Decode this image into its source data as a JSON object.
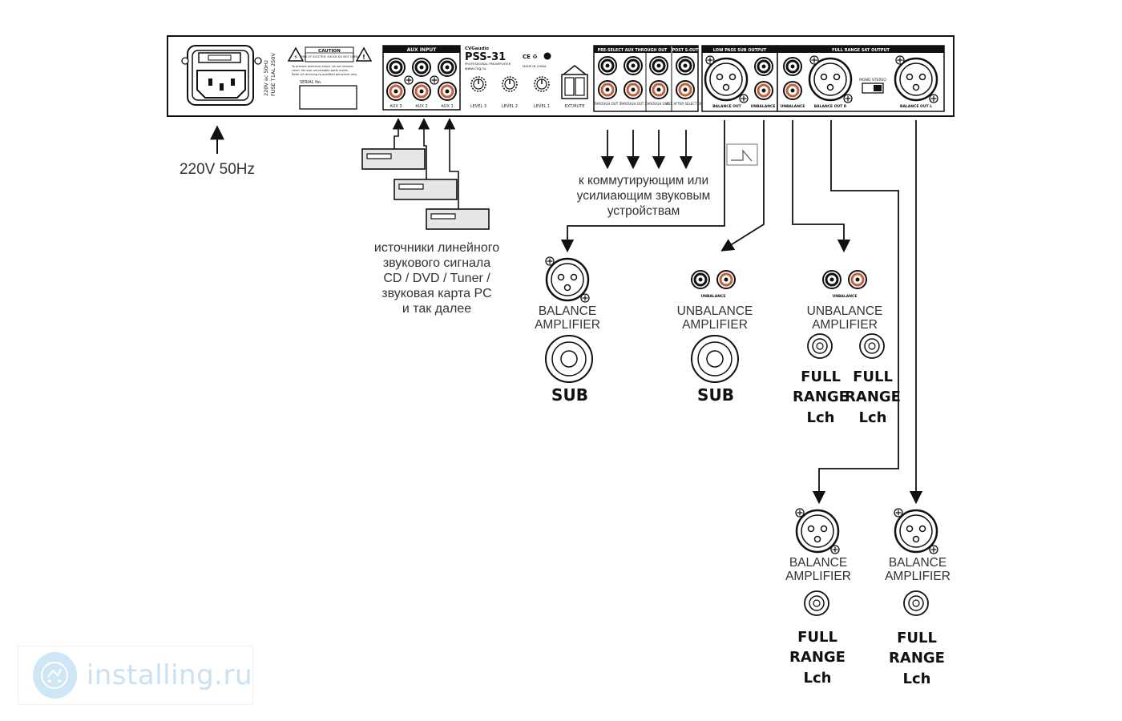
{
  "panel": {
    "model": "PSS-31",
    "brand": "CVGaudio",
    "subtitle": "PROFESSIONAL PREAMPLIFIER",
    "website": "www.cvg.ru",
    "caution_title": "CAUTION",
    "caution_sub": "RISK OF ELECTRIC SHOCK DO NOT OPEN",
    "caution_text_1": "To prevent electrical shock, do not remove",
    "caution_text_2": "cover. No user serviceable parts inside.",
    "caution_text_3": "Refer all servicing to qualified personnel only.",
    "serial_label": "SERIAL No.",
    "fuse_label_1": "220V ac 50Hz",
    "fuse_label_2": "FUSE T1AL 250V",
    "made_in": "MADE IN CHINA",
    "aux_input_title": "AUX INPUT",
    "aux_labels": [
      "AUX 3",
      "AUX 2",
      "AUX 1"
    ],
    "level_labels": [
      "LEVEL 3",
      "LEVEL 2",
      "LEVEL 1"
    ],
    "ext_mute": "EXT.MUTE",
    "preselect_title": "PRE-SELECT AUX THROUGH OUT",
    "post_title": "POST S-OUT",
    "through_labels": [
      "THROUGH OUT 3",
      "THROUGH OUT 2",
      "THROUGH OUT 1",
      "AUX AFTER SELECT OUT"
    ],
    "lowpass_title": "LOW PASS SUB OUTPUT",
    "fullrange_title": "FULL RANGE SAT OUTPUT",
    "balance_out": "BALANCE OUT",
    "unbalance": "UNBALANCE",
    "balance_out_r": "BALANCE OUT R",
    "balance_out_l": "BALANCE OUT L",
    "mono_stereo": "MONO  STEREO"
  },
  "labels": {
    "power": "220V 50Hz",
    "sources": [
      "источники линейного",
      "звукового сигнала",
      "CD / DVD / Tuner /",
      "звуковая карта PC",
      "и так далее"
    ],
    "through_dest": [
      "к коммутирующим или",
      "усилиающим звуковым",
      "устройствам"
    ]
  },
  "amps": {
    "sub_balance": {
      "line1": "BALANCE",
      "line2": "AMPLIFIER",
      "speaker": "SUB"
    },
    "sub_unbalance": {
      "line1": "UNBALANCE",
      "line2": "AMPLIFIER",
      "speaker": "SUB",
      "tag": "UNBALANCE"
    },
    "full_unbalance": {
      "line1": "UNBALANCE",
      "line2": "AMPLIFIER",
      "tag": "UNBALANCE",
      "speaker_left": [
        "FULL",
        "RANGE",
        "Lch"
      ],
      "speaker_right": [
        "FULL",
        "RANGE",
        "Lch"
      ]
    },
    "full_balance_1": {
      "line1": "BALANCE",
      "line2": "AMPLIFIER",
      "speaker": [
        "FULL",
        "RANGE",
        "Lch"
      ]
    },
    "full_balance_2": {
      "line1": "BALANCE",
      "line2": "AMPLIFIER",
      "speaker": [
        "FULL",
        "RANGE",
        "Lch"
      ]
    }
  },
  "watermark": {
    "text": "installing.ru"
  },
  "colors": {
    "line": "#111111",
    "rca_ring": "#c0623a",
    "box_fill": "#e6e6e6",
    "watermark": "#c9e1f2"
  }
}
